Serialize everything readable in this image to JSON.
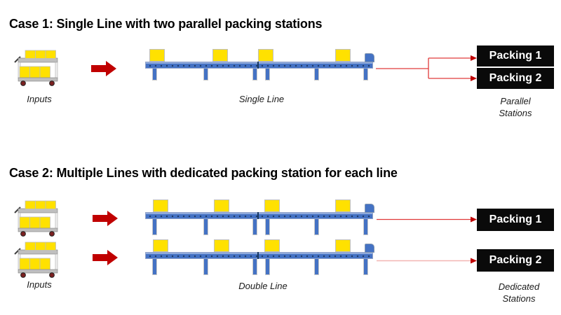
{
  "case1": {
    "title": "Case 1: Single Line with two parallel packing stations",
    "inputs_label": "Inputs",
    "line_label": "Single Line",
    "stations": [
      {
        "label": "Packing 1"
      },
      {
        "label": "Packing 2"
      }
    ],
    "caption_line1": "Parallel",
    "caption_line2": "Stations"
  },
  "case2": {
    "title": "Case 2: Multiple Lines with dedicated packing station for each line",
    "inputs_label": "Inputs",
    "line_label": "Double Line",
    "stations": [
      {
        "label": "Packing 1"
      },
      {
        "label": "Packing 2"
      }
    ],
    "caption_line1": "Dedicated",
    "caption_line2": "Stations"
  },
  "icons": {
    "input_cart": "cart-with-boxes-icon",
    "flow_arrow": "right-block-arrow-icon",
    "conveyor": "conveyor-belt-icon"
  },
  "colors": {
    "conveyor_blue": "#4472C4",
    "conveyor_dark": "#1F3864",
    "package_yellow": "#FFE100",
    "block_arrow_red": "#C00000",
    "connector_red": "#E03A3A",
    "connector_pink": "#F2B4B2",
    "station_black": "#0A0A0A"
  }
}
